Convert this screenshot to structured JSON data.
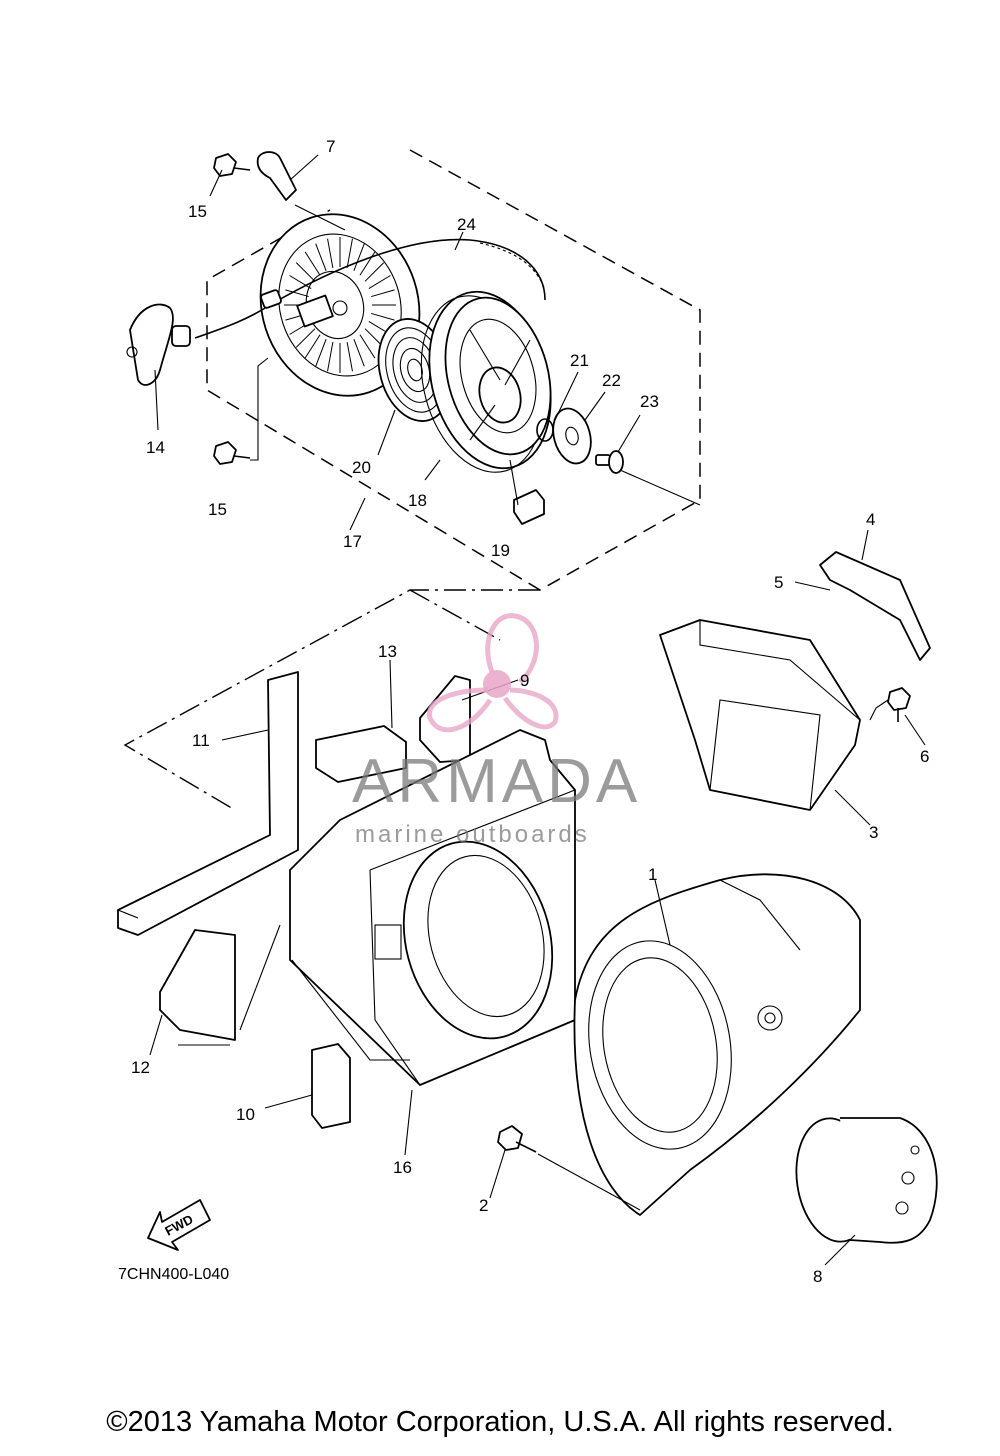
{
  "diagram": {
    "callouts": [
      "1",
      "2",
      "3",
      "4",
      "5",
      "6",
      "7",
      "8",
      "9",
      "10",
      "11",
      "12",
      "13",
      "14",
      "15",
      "15",
      "16",
      "17",
      "18",
      "19",
      "20",
      "21",
      "22",
      "23",
      "24"
    ],
    "fwd_label": "FWD",
    "diagram_code": "7CHN400-L040"
  },
  "watermark": {
    "brand": "ARMADA",
    "tagline": "marine outboards",
    "logo_color": "#e8a6c8"
  },
  "footer": {
    "copyright": "©2013 Yamaha Motor Corporation, U.S.A. All rights reserved."
  }
}
